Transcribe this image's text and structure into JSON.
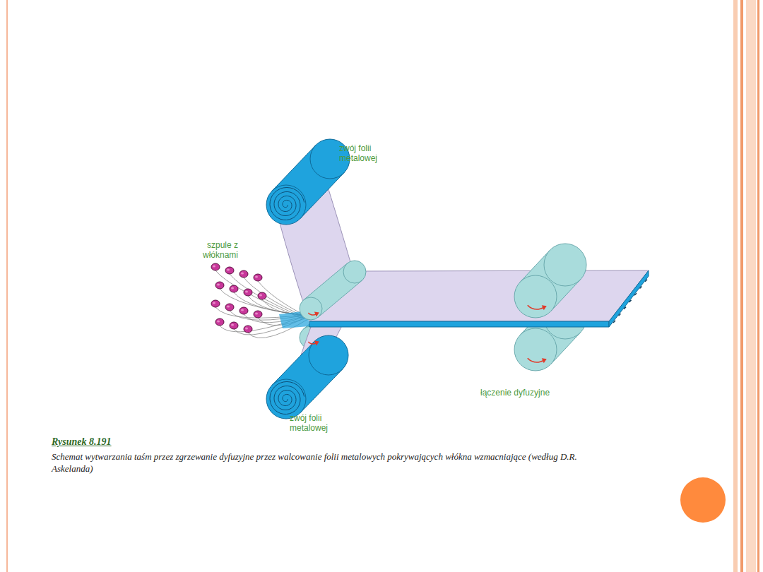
{
  "diagram": {
    "caption": "Schemat wytwarzania taśm przez zgrzewanie dyfuzyjne przez walcowanie folii metalowych pokrywających włókna wzmacniające (według D.R. Askelanda)",
    "labels": [
      "zwój folii metalowej",
      "szpule z włóknami",
      "łączenie dyfuzyjne",
      "zwój folii metalowej",
      "Rysunek 8.191"
    ]
  }
}
